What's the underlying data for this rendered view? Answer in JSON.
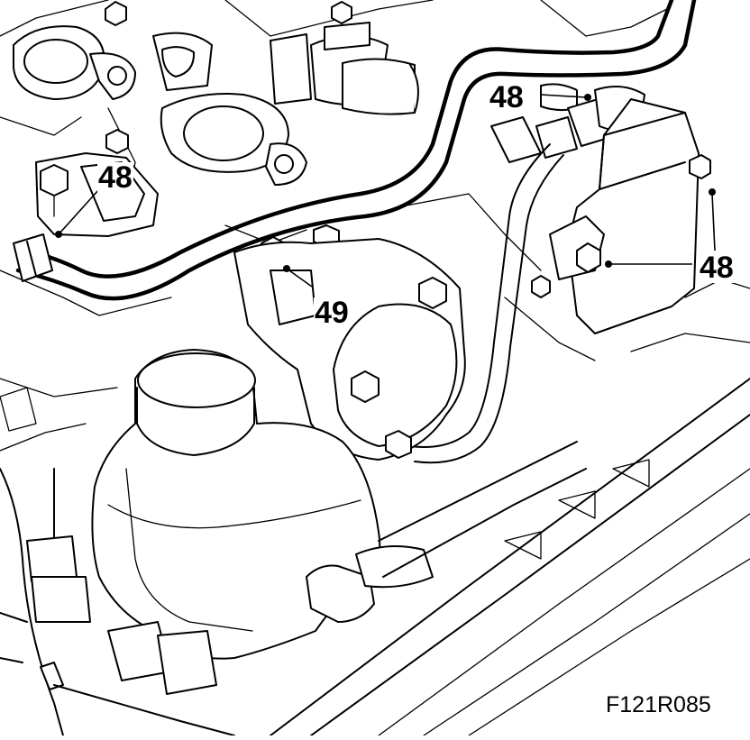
{
  "callouts": {
    "left_bracket": "48",
    "top_bracket": "48",
    "right_bracket": "48",
    "bolt_49": "49"
  },
  "figure_reference": "F121R085",
  "colors": {
    "line": "#000000",
    "background": "#ffffff"
  }
}
